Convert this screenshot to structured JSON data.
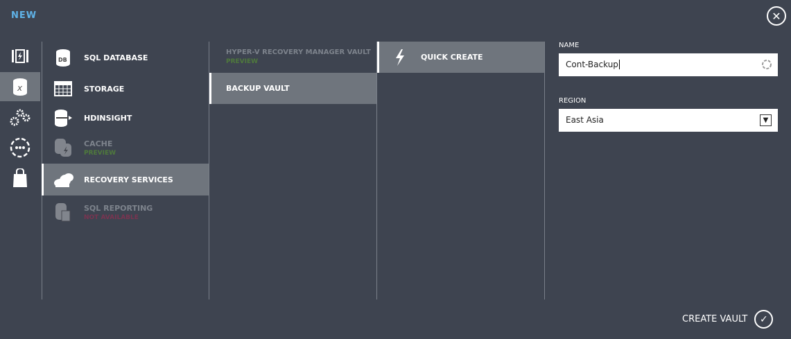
{
  "title": "NEW",
  "close_icon": "close-icon",
  "icon_column": [
    {
      "name": "compute-icon",
      "selected": false
    },
    {
      "name": "data-services-icon",
      "selected": true
    },
    {
      "name": "app-services-icon",
      "selected": false
    },
    {
      "name": "network-services-icon",
      "selected": false
    },
    {
      "name": "store-icon",
      "selected": false
    }
  ],
  "services": [
    {
      "label": "SQL DATABASE",
      "sub": "",
      "state": "normal"
    },
    {
      "label": "STORAGE",
      "sub": "",
      "state": "normal"
    },
    {
      "label": "HDINSIGHT",
      "sub": "",
      "state": "normal"
    },
    {
      "label": "CACHE",
      "sub": "PREVIEW",
      "state": "disabled"
    },
    {
      "label": "RECOVERY SERVICES",
      "sub": "",
      "state": "selected"
    },
    {
      "label": "SQL REPORTING",
      "sub": "NOT AVAILABLE",
      "state": "disabled"
    }
  ],
  "vaults": [
    {
      "label": "HYPER-V RECOVERY MANAGER VAULT",
      "sub": "PREVIEW"
    },
    {
      "label": "BACKUP VAULT",
      "sub": ""
    }
  ],
  "actions": [
    {
      "label": "QUICK CREATE"
    }
  ],
  "form": {
    "name_label": "NAME",
    "name_value": "Cont-Backup",
    "region_label": "REGION",
    "region_value": "East Asia"
  },
  "create_label": "CREATE VAULT",
  "colors": {
    "accent": "#5fb3e8",
    "background": "#3e4450",
    "selected": "#6f757d",
    "preview": "#4f7a3c",
    "not_available": "#7a3450"
  }
}
